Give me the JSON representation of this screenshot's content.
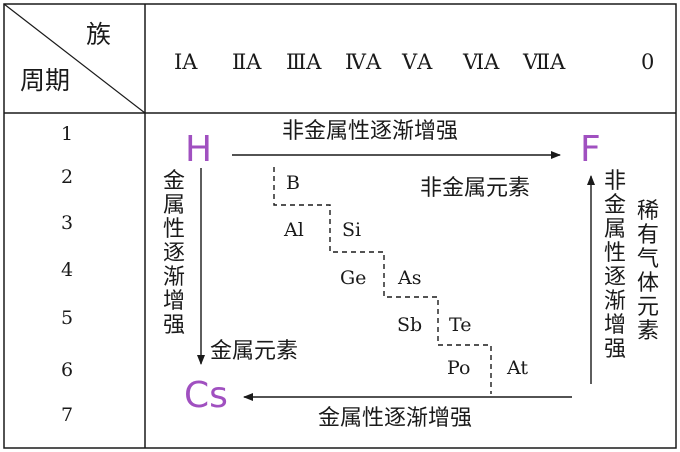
{
  "header": {
    "group_label": "族",
    "period_label": "周期",
    "groups": [
      "ⅠA",
      "ⅡA",
      "ⅢA",
      "ⅣA",
      "ⅤA",
      "ⅥA",
      "ⅦA",
      "0"
    ]
  },
  "periods": [
    "1",
    "2",
    "3",
    "4",
    "5",
    "6",
    "7"
  ],
  "elements": {
    "h": "H",
    "f": "F",
    "cs": "Cs",
    "b": "B",
    "al": "Al",
    "si": "Si",
    "ge": "Ge",
    "as": "As",
    "sb": "Sb",
    "te": "Te",
    "po": "Po",
    "at": "At"
  },
  "labels": {
    "top_arrow": "非金属性逐渐增强",
    "bottom_arrow": "金属性逐渐增强",
    "left_vertical": "金属性逐渐增强",
    "right_vertical": "非金属性逐渐增强",
    "nonmetal_region": "非金属元素",
    "metal_region": "金属元素",
    "noble_gas": "稀有气体元素"
  },
  "colors": {
    "highlight": "#a050c0",
    "ink": "#1a1a1a"
  }
}
